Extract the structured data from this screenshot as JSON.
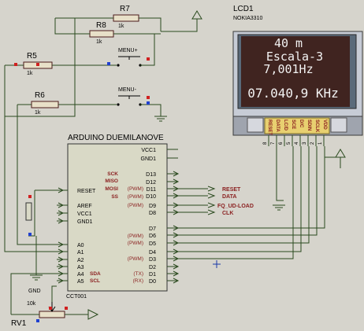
{
  "lcd": {
    "ref": "LCD1",
    "model": "NOKIA3310",
    "line1": "40 m",
    "line2": "Escala-3",
    "line3": "7,001Hz",
    "line4": "07.040,9 KHz",
    "pins": [
      "RESET",
      "DATA",
      "LC/D",
      "SCE",
      "D/C",
      "SDIN",
      "SCLK",
      "VDD"
    ],
    "pin_numbers": [
      "8",
      "7",
      "6",
      "5",
      "4",
      "3",
      "2",
      "1"
    ]
  },
  "resistors": {
    "r7": {
      "ref": "R7",
      "value": "1k"
    },
    "r8": {
      "ref": "R8",
      "value": "1k"
    },
    "r5": {
      "ref": "R5",
      "value": "1k"
    },
    "r6": {
      "ref": "R6",
      "value": "1k"
    }
  },
  "buttons": {
    "menu_plus": "MENU+",
    "menu_minus": "MENU-"
  },
  "arduino": {
    "title": "ARDUINO DUEMILANOVE",
    "ref": "CCT001",
    "left_pins": [
      "RESET",
      "AREF",
      "VCC1",
      "GND1",
      "A0",
      "A1",
      "A2",
      "A3",
      "A4",
      "A5"
    ],
    "power_pins": [
      "VCC1",
      "GND1"
    ],
    "right_pins": [
      "D13",
      "D12",
      "D11",
      "D10",
      "D9",
      "D8",
      "D7",
      "D6",
      "D5",
      "D4",
      "D3",
      "D2",
      "D1",
      "D0"
    ],
    "spi_labels": [
      "SCK",
      "MISO",
      "MOSI",
      "SS"
    ],
    "pwm_labels": [
      "(PWM)",
      "(PWM)",
      "(PWM)",
      "(PWM)",
      "(PWM)",
      "(PWM)"
    ],
    "i2c_labels": [
      "SDA",
      "SCL"
    ],
    "serial_labels": [
      "(TX)",
      "(RX)"
    ]
  },
  "net_labels": [
    "RESET",
    "DATA",
    "FQ_UD-LOAD",
    "CLK"
  ],
  "ground_label": "GND",
  "pot": {
    "ref": "RV1",
    "value": "10k"
  },
  "colors": {
    "background": "#d6d4cc",
    "wire": "#2a4a1e",
    "chip_fill": "#d9d9c6",
    "lcd_screen": "#402420",
    "pin_label_red": "#8a1f1f"
  }
}
